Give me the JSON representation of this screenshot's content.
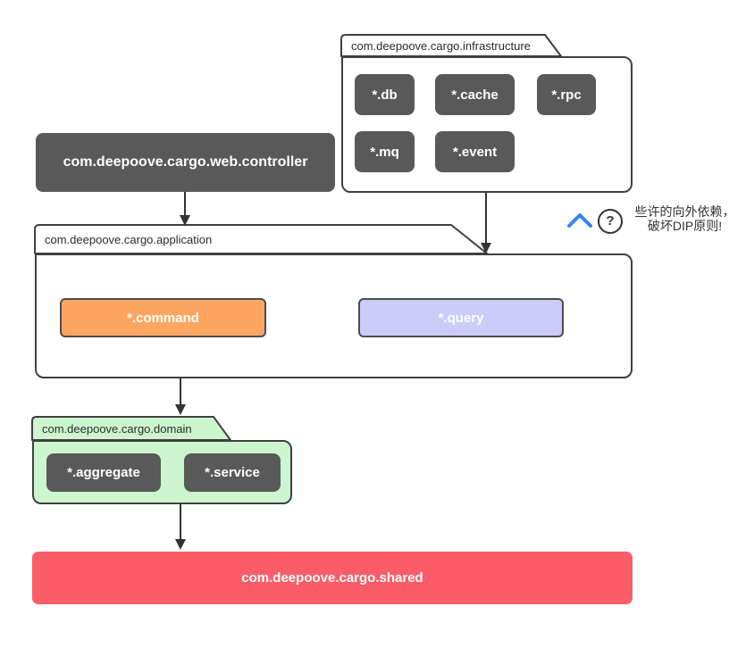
{
  "canvas": {
    "background": "#ffffff"
  },
  "colors": {
    "node_dark": "#595959",
    "outline": "#404040",
    "command_orange": "#fca661",
    "query_lavender": "#cbccf8",
    "domain_green": "#cdf6ce",
    "shared_red": "#fb5d68",
    "arrow": "#333333",
    "chevron_blue": "#2e87f2"
  },
  "packages": {
    "infrastructure": {
      "label": "com.deepoove.cargo.infrastructure",
      "modules": [
        "*.db",
        "*.cache",
        "*.rpc",
        "*.mq",
        "*.event"
      ]
    },
    "web_controller": {
      "label": "com.deepoove.cargo.web.controller"
    },
    "application": {
      "label": "com.deepoove.cargo.application",
      "modules": [
        "*.command",
        "*.query"
      ]
    },
    "domain": {
      "label": "com.deepoove.cargo.domain",
      "modules": [
        "*.aggregate",
        "*.service"
      ]
    },
    "shared": {
      "label": "com.deepoove.cargo.shared"
    }
  },
  "annotation": {
    "line1": "些许的向外依赖，",
    "line2": "破坏DIP原则!",
    "help_glyph": "?"
  }
}
